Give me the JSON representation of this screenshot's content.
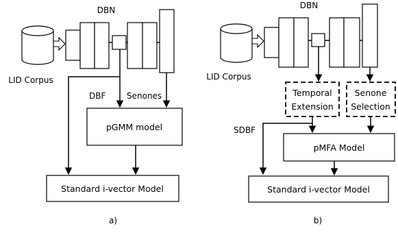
{
  "panel_a": {
    "dbn_label": "DBN",
    "corpus_label": "LID Corpus",
    "dbf_label": "DBF",
    "senones_label": "Senones",
    "pgmm_label": "pGMM model",
    "ivector_label": "Standard i-vector Model",
    "caption": "a)"
  },
  "panel_b": {
    "dbn_label": "DBN",
    "corpus_label": "LID Corpus",
    "temporal_line1": "Temporal",
    "temporal_line2": "Extension",
    "senone_line1": "Senone",
    "senone_line2": "Selection",
    "sdbf_label": "SDBF",
    "pmfa_label": "pMFA Model",
    "ivector_label": "Standard i-vector Model",
    "caption": "b)"
  }
}
